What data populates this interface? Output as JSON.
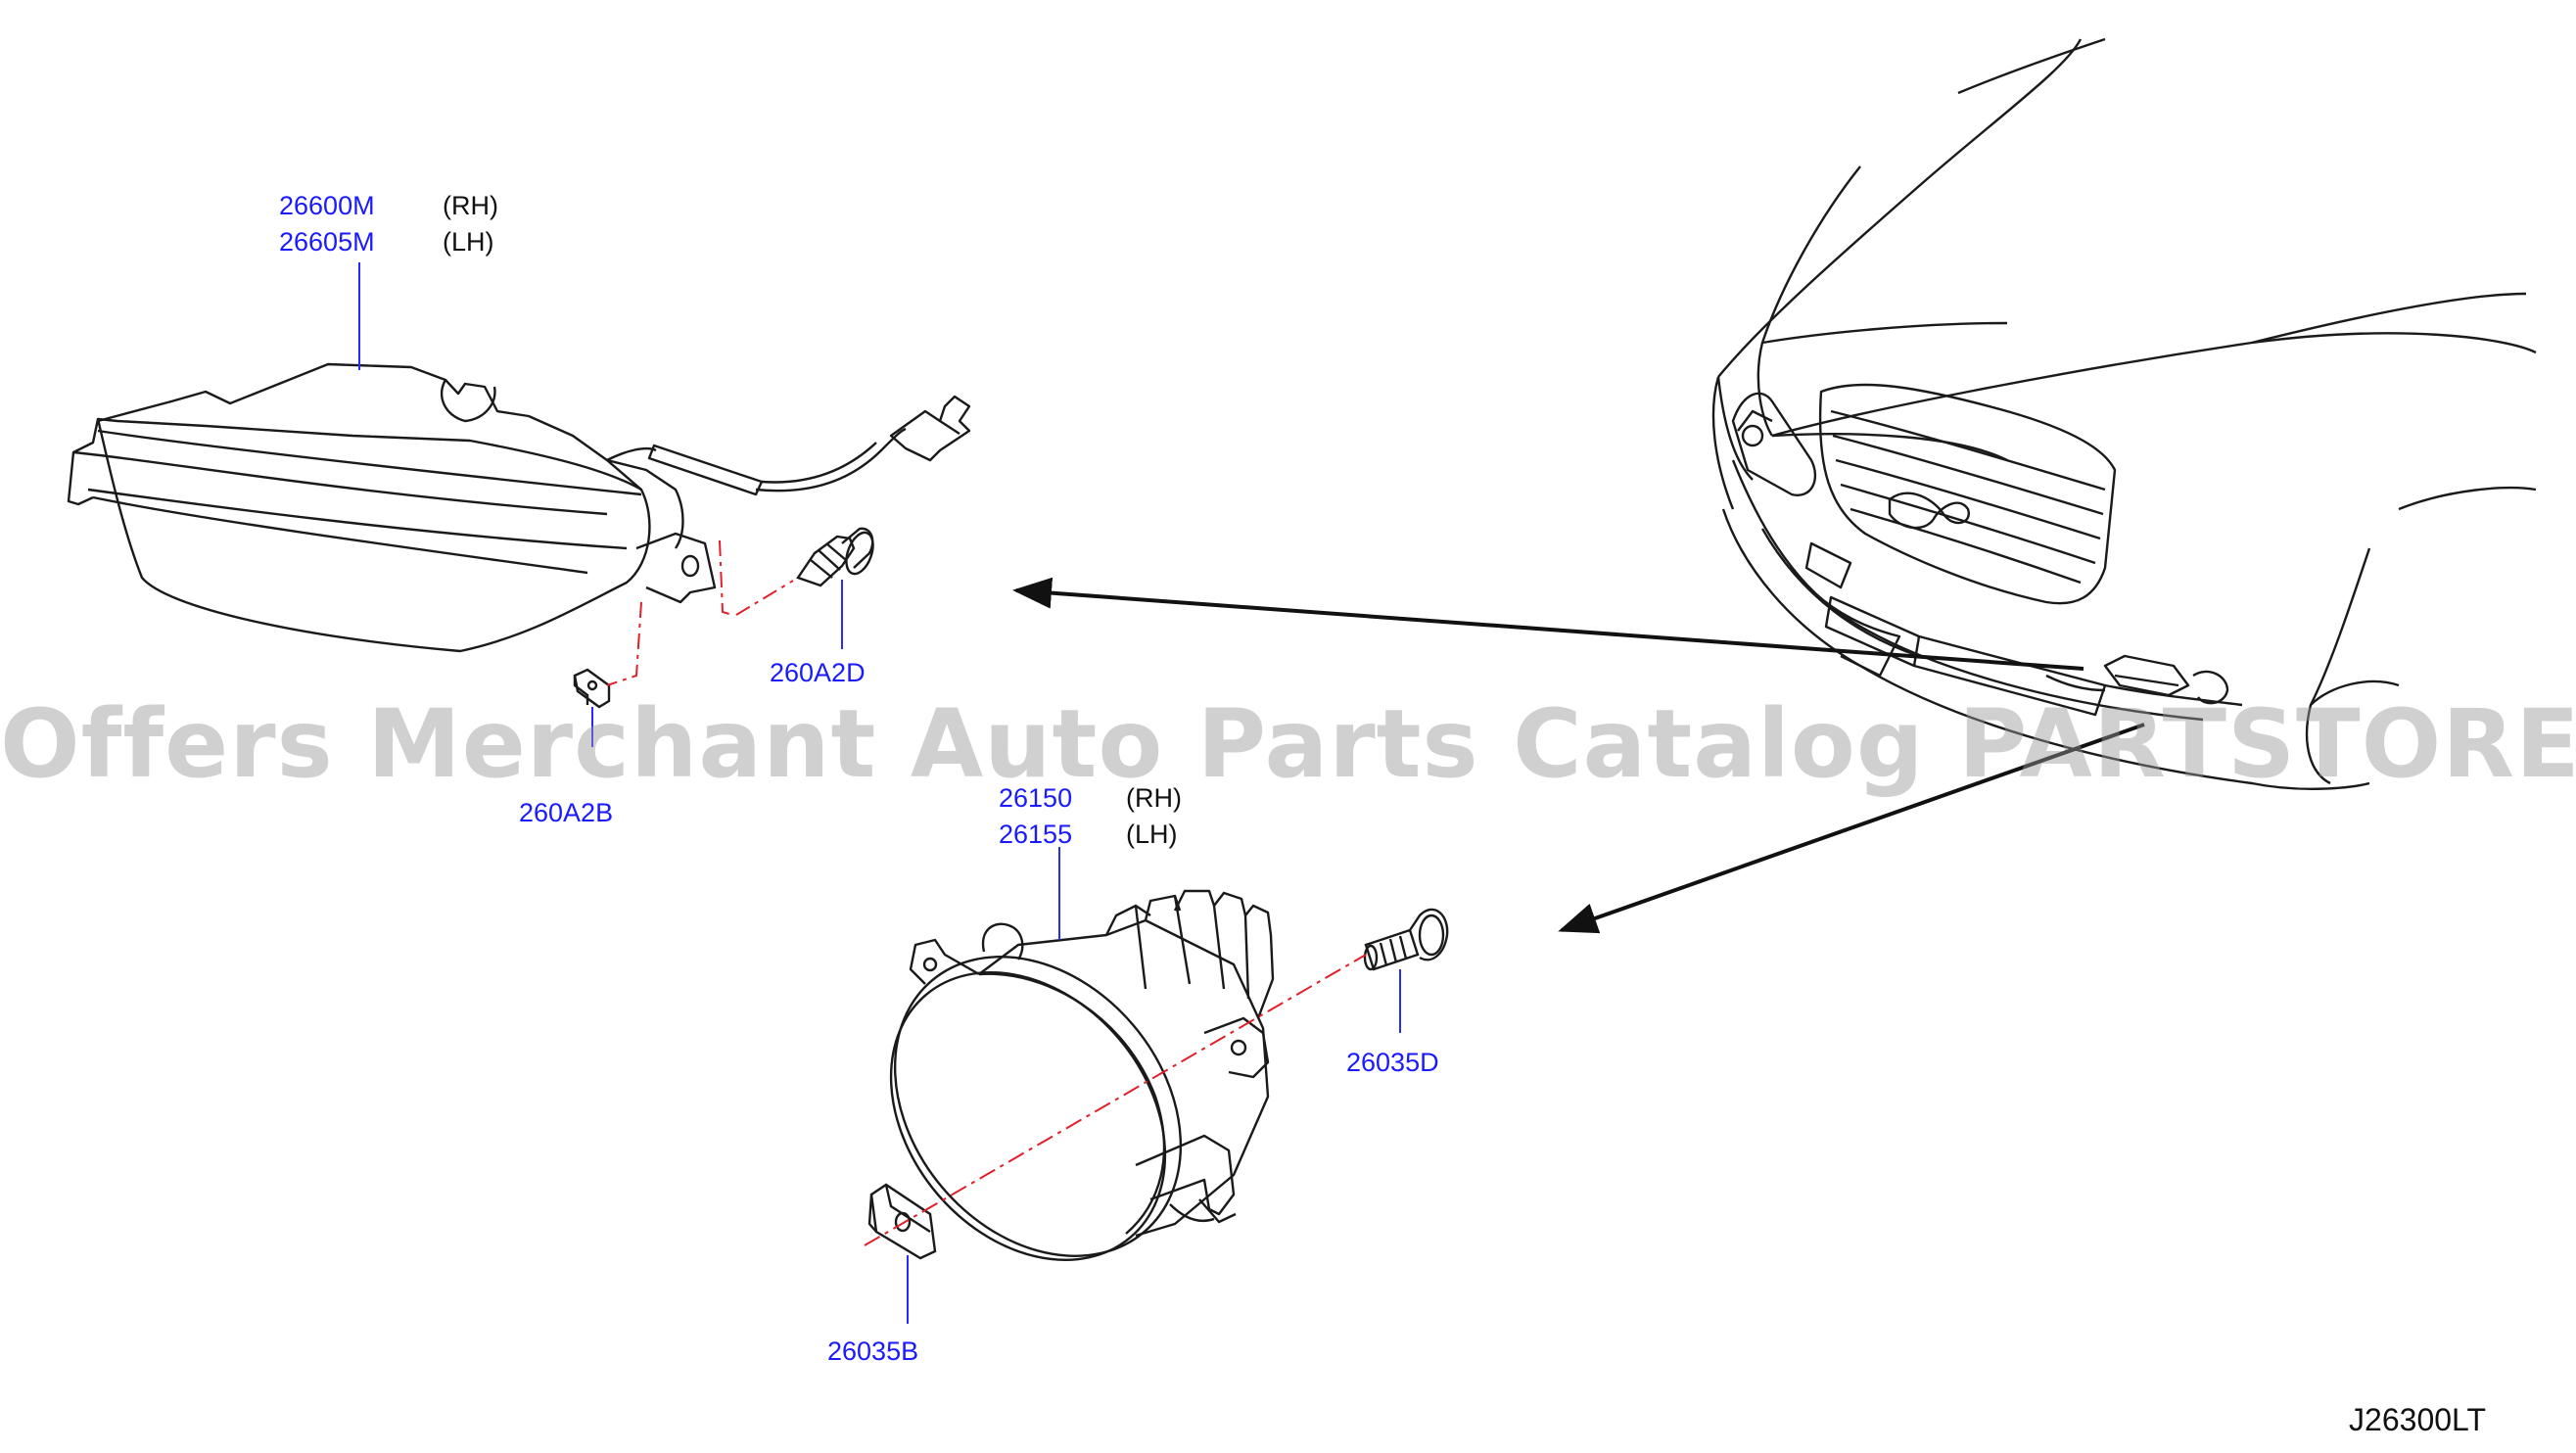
{
  "watermark": "Offers Merchant Auto Parts Catalog PARTSTORE.SA",
  "diagram_code": "J26300LT",
  "groups": {
    "side_turn_lamp": {
      "part_rh": "26600M",
      "side_rh": "(RH)",
      "part_lh": "26605M",
      "side_lh": "(LH)"
    },
    "fog_lamp": {
      "part_rh": "26150",
      "side_rh": "(RH)",
      "part_lh": "26155",
      "side_lh": "(LH)"
    }
  },
  "parts": {
    "screw_upper": "260A2D",
    "clip_upper": "260A2B",
    "bolt_fog": "26035D",
    "clip_fog": "26035B"
  },
  "colors": {
    "part_number": "#1a1aff",
    "leader": "#2a2aff",
    "centerline": "#e0202a",
    "outline": "#1a1a1a",
    "watermark": "#969696"
  }
}
